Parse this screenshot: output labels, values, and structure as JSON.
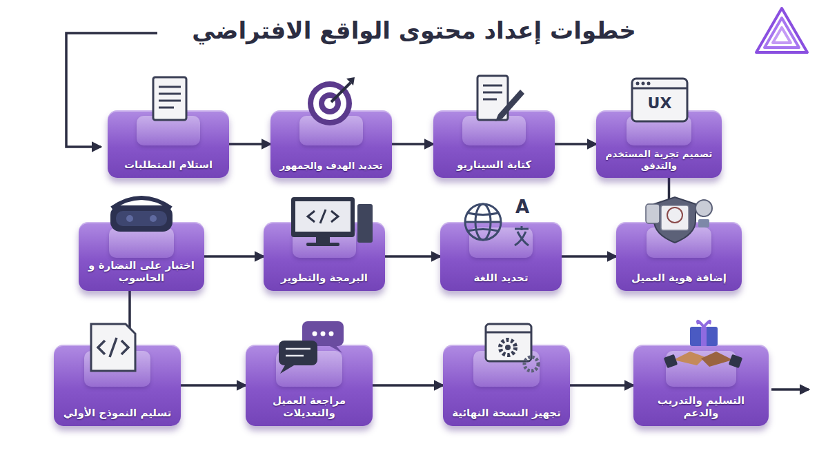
{
  "diagram": {
    "title": "خطوات إعداد محتوى الواقع الافتراضي",
    "nodes": [
      {
        "text": [
          "استلام المتطلبات"
        ]
      },
      {
        "text": [
          "تحديد الهدف والجمهور"
        ]
      },
      {
        "text": [
          "كتابة السيناريو"
        ]
      },
      {
        "text": [
          "تصميم تجربة المستخدم والتدفق"
        ]
      },
      {
        "text": [
          "إضافة هوية العميل"
        ]
      },
      {
        "text": [
          "تحديد اللغة"
        ]
      },
      {
        "text": [
          "البرمجة والتطوير"
        ]
      },
      {
        "text": [
          "اختبار على النضارة و الحاسوب"
        ]
      },
      {
        "text": [
          "تسليم النموذج الأولي"
        ]
      },
      {
        "text": [
          "مراجعة العميل والتعديلات"
        ]
      },
      {
        "text": [
          "تجهيز النسخة النهائية"
        ]
      },
      {
        "text": [
          "التسليم والتدريب والدعم"
        ]
      }
    ],
    "edges": [
      {
        "from": 0,
        "to": 1,
        "arrow": "to"
      },
      {
        "from": 1,
        "to": 2,
        "arrow": "to"
      },
      {
        "from": 2,
        "to": 3,
        "arrow": "to"
      },
      {
        "from": 3,
        "to": 4,
        "arrow": "to"
      },
      {
        "from": 7,
        "to": 6,
        "arrow": "to"
      },
      {
        "from": 6,
        "to": 5,
        "arrow": "to"
      },
      {
        "from": 5,
        "to": 4,
        "arrow": "to"
      },
      {
        "from": 7,
        "to": 8,
        "arrow": "to"
      },
      {
        "from": 8,
        "to": 9,
        "arrow": "to"
      },
      {
        "from": 9,
        "to": 10,
        "arrow": "to"
      },
      {
        "from": 10,
        "to": 11,
        "arrow": "to"
      }
    ],
    "labels": [
      "UX",
      "A"
    ]
  }
}
